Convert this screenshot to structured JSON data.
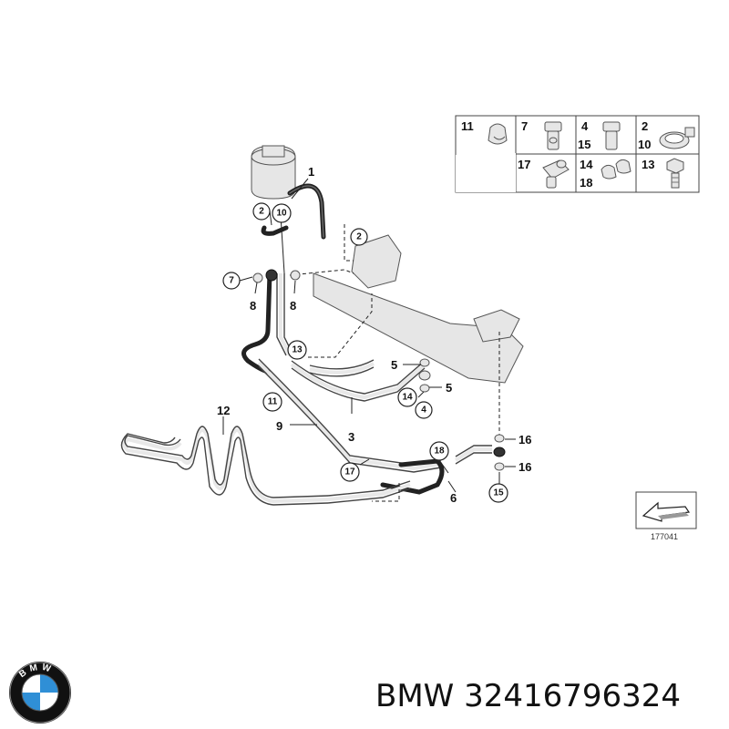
{
  "diagram": {
    "callouts": [
      "1",
      "2",
      "2",
      "7",
      "8",
      "8",
      "10",
      "13",
      "5",
      "5",
      "14",
      "4",
      "11",
      "9",
      "3",
      "12",
      "17",
      "18",
      "6",
      "16",
      "16",
      "15"
    ],
    "legend": [
      {
        "nums": [
          "11"
        ]
      },
      {
        "nums": [
          "7"
        ]
      },
      {
        "nums": [
          "4",
          "15"
        ]
      },
      {
        "nums": [
          "2",
          "10"
        ]
      },
      {
        "nums": [
          "17"
        ]
      },
      {
        "nums": [
          "14",
          "18"
        ]
      },
      {
        "nums": [
          "13"
        ]
      }
    ],
    "reference_number": "177041"
  },
  "brand": {
    "name": "BMW",
    "part_number": "32416796324",
    "caption": "BMW 32416796324",
    "logo_text": "BMW",
    "colors": {
      "blue": "#2f8fd6",
      "black": "#111111",
      "white": "#ffffff"
    }
  }
}
